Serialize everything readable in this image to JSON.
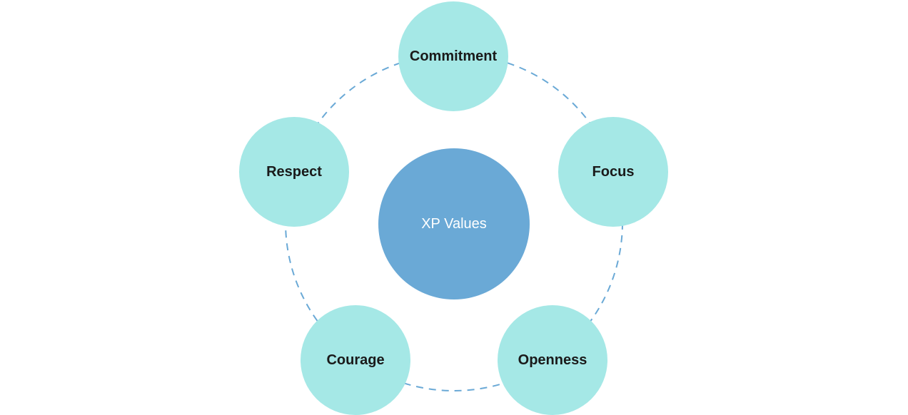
{
  "diagram": {
    "center_label": "XP Values",
    "values": [
      {
        "label": "Commitment"
      },
      {
        "label": "Focus"
      },
      {
        "label": "Openness"
      },
      {
        "label": "Courage"
      },
      {
        "label": "Respect"
      }
    ]
  },
  "colors": {
    "center_fill": "#6aa9d6",
    "node_fill": "#a5e8e6",
    "ring_stroke": "#6aa9d6",
    "node_text": "#1a1a1a",
    "center_text": "#ffffff"
  }
}
